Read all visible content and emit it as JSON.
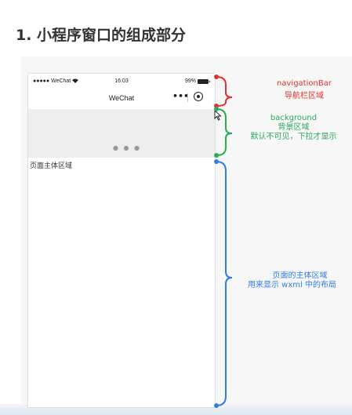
{
  "heading": "1. 小程序窗口的组成部分",
  "phone": {
    "status_bar": {
      "carrier": "●●●●● WeChat",
      "time": "16:03",
      "battery": "99%"
    },
    "nav_title": "WeChat",
    "more_glyph": "•••",
    "loading_dots": "● ● ●",
    "body_label": "页面主体区域"
  },
  "annotations": {
    "navigation": {
      "line1": "navigationBar",
      "line2": "导航栏区域",
      "color": "#e03030"
    },
    "background": {
      "line1": "background",
      "line2": "背景区域",
      "line3": "默认不可见，下拉才显示",
      "color": "#2aaa55"
    },
    "body": {
      "line1": "页面的主体区域",
      "line2": "用来显示 wxml 中的布局",
      "color": "#2f7de0"
    }
  },
  "icons": [
    "wifi-icon",
    "battery-icon",
    "more-icon",
    "close-target-icon",
    "cursor-icon"
  ]
}
